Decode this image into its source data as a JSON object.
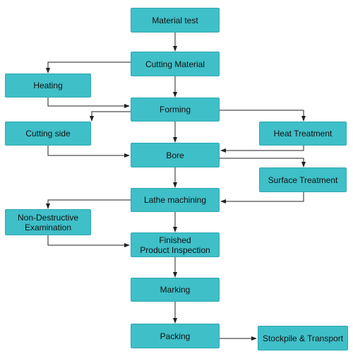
{
  "colors": {
    "node_fill": "#3fbfc8",
    "node_border": "#2fa9b2",
    "connector": "#222222"
  },
  "nodes": {
    "material_test": "Material test",
    "cutting_material": "Cutting Material",
    "heating": "Heating",
    "forming": "Forming",
    "cutting_side": "Cutting side",
    "heat_treatment": "Heat Treatment",
    "bore": "Bore",
    "surface_treatment": "Surface Treatment",
    "lathe_machining": "Lathe machining",
    "nde": "Non-Destructive\nExamination",
    "finished_inspection": "Finished\nProduct Inspection",
    "marking": "Marking",
    "packing": "Packing",
    "stockpile_transport": "Stockpile & Transport"
  }
}
